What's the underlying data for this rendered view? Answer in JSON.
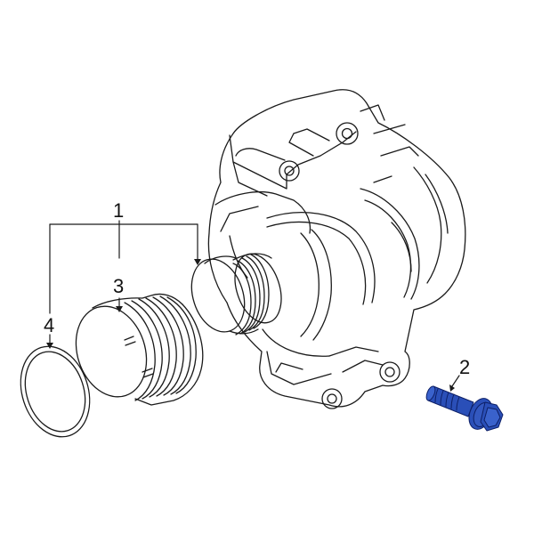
{
  "diagram": {
    "title": "Alternator assembly exploded view",
    "background": "#ffffff",
    "line_color": "#1a1a1a",
    "highlight_color": "#2a4fb8",
    "highlight_stroke": "#0d1f66"
  },
  "callouts": [
    {
      "id": "1",
      "label": "1",
      "part": "alternator-pulley-group"
    },
    {
      "id": "2",
      "label": "2",
      "part": "mounting-bolt",
      "highlighted": true
    },
    {
      "id": "3",
      "label": "3",
      "part": "overrunning-pulley"
    },
    {
      "id": "4",
      "label": "4",
      "part": "pulley-cap"
    }
  ]
}
